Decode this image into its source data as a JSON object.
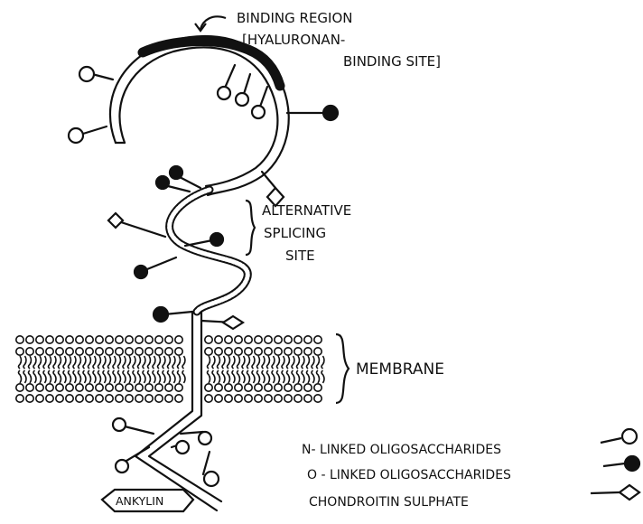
{
  "labels": {
    "binding_line1": "BINDING REGION",
    "binding_line2": "[HYALURONAN-",
    "binding_line3": "BINDING SITE]",
    "alt_line1": "ALTERNATIVE",
    "alt_line2": "SPLICING",
    "alt_line3": "SITE",
    "membrane": "MEMBRANE",
    "ankylin": "ANKYLIN"
  },
  "legend": [
    {
      "label": "N- LINKED OLIGOSACCHARIDES",
      "icon": "open-circle-icon"
    },
    {
      "label": "O - LINKED OLIGOSACCHARIDES",
      "icon": "filled-circle-icon"
    },
    {
      "label": "CHONDROITIN SULPHATE",
      "icon": "diamond-icon"
    }
  ],
  "colors": {
    "ink": "#111111",
    "paper": "#ffffff"
  }
}
